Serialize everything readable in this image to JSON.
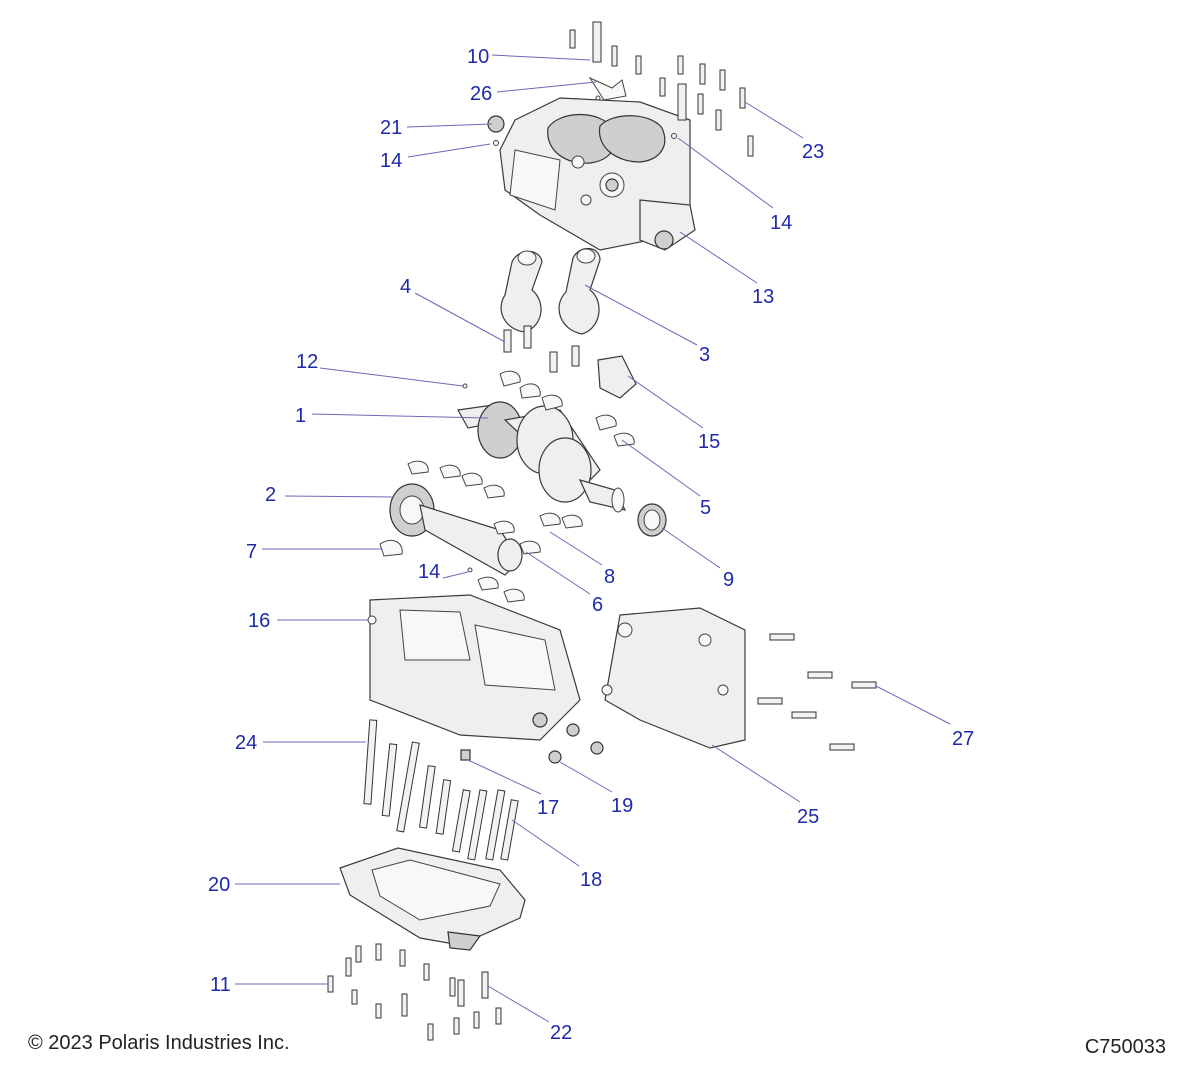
{
  "footer": {
    "copyright": "© 2023 Polaris Industries Inc.",
    "drawing_id": "C750033"
  },
  "callouts": [
    {
      "id": "c10",
      "label": "10"
    },
    {
      "id": "c26",
      "label": "26"
    },
    {
      "id": "c21",
      "label": "21"
    },
    {
      "id": "c14a",
      "label": "14"
    },
    {
      "id": "c23",
      "label": "23"
    },
    {
      "id": "c14b",
      "label": "14"
    },
    {
      "id": "c13",
      "label": "13"
    },
    {
      "id": "c4",
      "label": "4"
    },
    {
      "id": "c3",
      "label": "3"
    },
    {
      "id": "c12",
      "label": "12"
    },
    {
      "id": "c15",
      "label": "15"
    },
    {
      "id": "c1",
      "label": "1"
    },
    {
      "id": "c5",
      "label": "5"
    },
    {
      "id": "c2",
      "label": "2"
    },
    {
      "id": "c9",
      "label": "9"
    },
    {
      "id": "c7",
      "label": "7"
    },
    {
      "id": "c8",
      "label": "8"
    },
    {
      "id": "c14c",
      "label": "14"
    },
    {
      "id": "c6",
      "label": "6"
    },
    {
      "id": "c16",
      "label": "16"
    },
    {
      "id": "c27",
      "label": "27"
    },
    {
      "id": "c24",
      "label": "24"
    },
    {
      "id": "c17",
      "label": "17"
    },
    {
      "id": "c19",
      "label": "19"
    },
    {
      "id": "c25",
      "label": "25"
    },
    {
      "id": "c18",
      "label": "18"
    },
    {
      "id": "c20",
      "label": "20"
    },
    {
      "id": "c11",
      "label": "11"
    },
    {
      "id": "c22",
      "label": "22"
    }
  ]
}
